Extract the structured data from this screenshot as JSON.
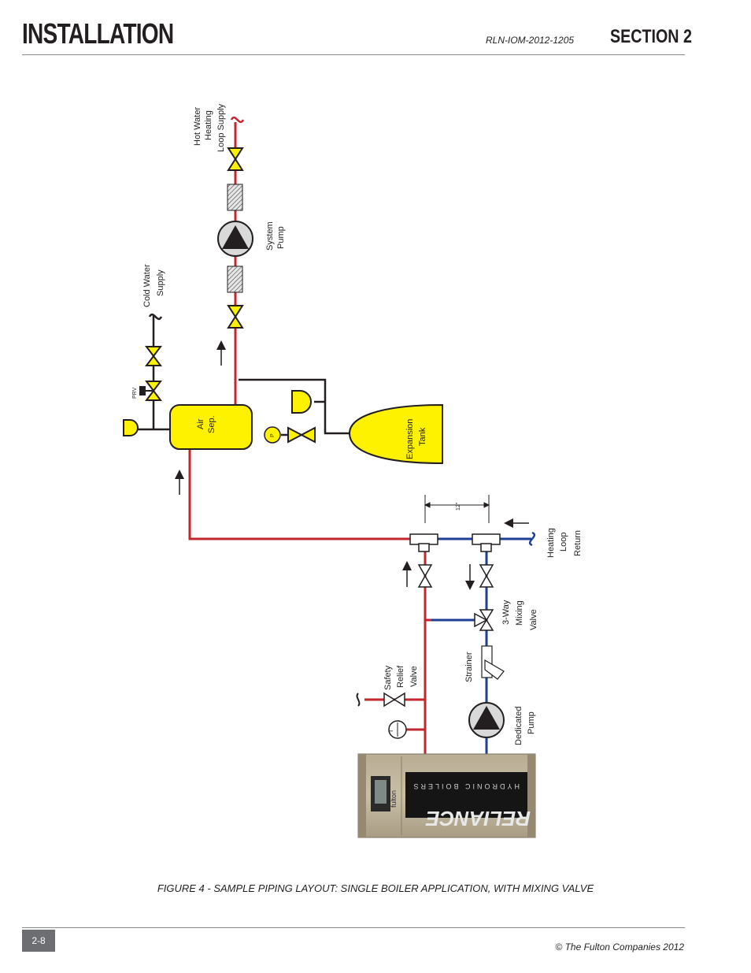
{
  "header": {
    "title": "INSTALLATION",
    "doc_number": "RLN-IOM-2012-1205",
    "section": "SECTION 2"
  },
  "diagram": {
    "labels": {
      "hot_water_supply": [
        "Hot Water",
        "Heating",
        "Loop Supply"
      ],
      "system_pump": [
        "System",
        "Pump"
      ],
      "cold_water_supply": [
        "Cold Water",
        "Supply"
      ],
      "prv": "PRV",
      "air_sep": [
        "Air",
        "Sep."
      ],
      "pressure_gauge": "P",
      "expansion_tank": [
        "Expansion",
        "Tank"
      ],
      "dimension": "12\"",
      "heating_loop_return": [
        "Heating",
        "Loop",
        "Return"
      ],
      "three_way_mixing_valve": [
        "3-Way",
        "Mixing",
        "Valve"
      ],
      "strainer": "Strainer",
      "safety_relief_valve": [
        "Safety",
        "Relief",
        "Valve"
      ],
      "thermometer": "T",
      "dedicated_pump": [
        "Dedicated",
        "Pump"
      ],
      "boiler_brand": "RELIANCE",
      "boiler_sub": "HYDRONIC BOILERS",
      "boiler_maker": "fulton"
    },
    "colors": {
      "supply_red": "#c1272d",
      "return_blue": "#1f3f93",
      "yellow_fill": "#fff200",
      "pipe_black": "#231f20"
    }
  },
  "caption": "FIGURE 4 - SAMPLE PIPING LAYOUT: SINGLE BOILER APPLICATION, WITH MIXING VALVE",
  "footer": {
    "page_number": "2-8",
    "copyright": "© The Fulton Companies 2012"
  }
}
